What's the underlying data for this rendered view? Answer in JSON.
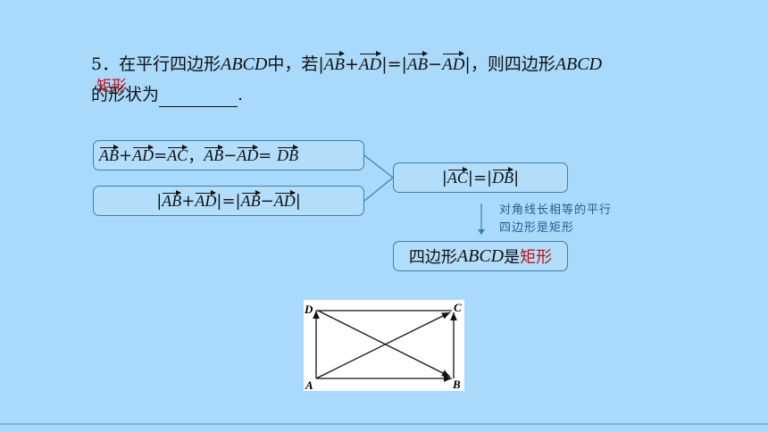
{
  "question": {
    "number": "5．",
    "intro": "在平行四边形",
    "quad": "ABCD",
    "middle": "中，若",
    "v1": "AB",
    "plus": "+",
    "v2": "AD",
    "eq": "=",
    "v3": "AB",
    "minus": "−",
    "v4": "AD",
    "tail": "，则四边形",
    "quad2": "ABCD",
    "line2": "的形状为",
    "end": ".",
    "answer": "矩形"
  },
  "box1": {
    "a": "AB",
    "plus": "+",
    "b": "AD",
    "eq1": "=",
    "c": "AC",
    "comma": "，",
    "d": "AB",
    "minus": "−",
    "e": "AD",
    "eq2": "=",
    "f": "DB"
  },
  "box2": {
    "a": "AB",
    "plus": "+",
    "b": "AD",
    "eq": "=",
    "c": "AB",
    "minus": "−",
    "d": "AD"
  },
  "box3": {
    "a": "AC",
    "eq": "=",
    "b": "DB"
  },
  "note": {
    "line1": "对角线长相等的平行",
    "line2": "四边形是矩形"
  },
  "box4": {
    "prefix": "四边形",
    "quad": "ABCD",
    "is": "是",
    "result": "矩形"
  },
  "figure": {
    "labels": {
      "A": "A",
      "B": "B",
      "C": "C",
      "D": "D"
    }
  },
  "colors": {
    "background": "#a9d9fb",
    "answer": "#c0141c",
    "box_border": "#3d7fb3",
    "note": "#2a5d8f"
  }
}
